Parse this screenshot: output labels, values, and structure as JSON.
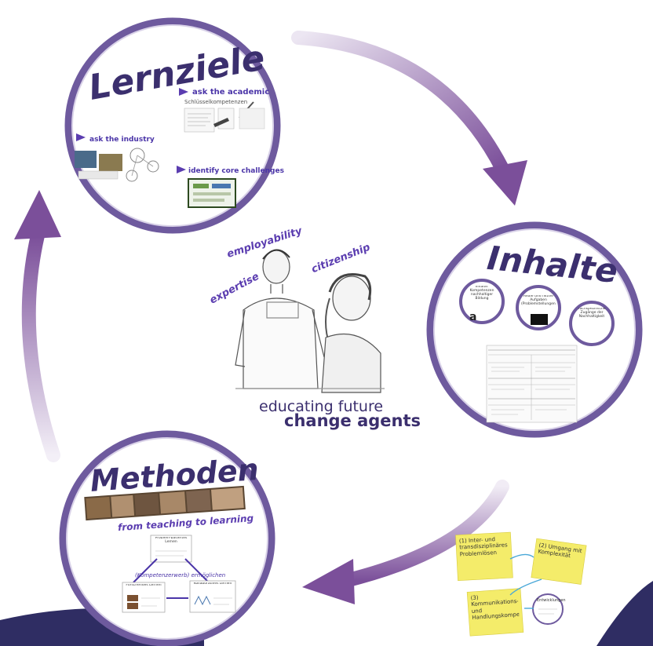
{
  "diagram": {
    "colors": {
      "ring": "#6e5a9e",
      "arrow": "#7b4f9a",
      "title": "#3b2f6e",
      "accent": "#5b3db0",
      "note": "#f4ec6a",
      "bottom_band": "#2f2d63"
    },
    "center": {
      "words": [
        "employability",
        "expertise",
        "citizenship"
      ],
      "slogan_line1": "educating future",
      "slogan_line2": "change agents"
    },
    "lernziele": {
      "title": "Lernziele",
      "ask_academic": "ask the academic",
      "academic_sub": "Schlüsselkompetenzen",
      "ask_industry": "ask the industry",
      "core_challenges": "identify core challenges"
    },
    "inhalte": {
      "title": "Inhalte",
      "bubble_1": "Inhalte: Kompetenzen nachhaltiger Bildung",
      "bubble_2": "Reale und fiktive Aufgaben (Problemstellungen)",
      "bubble_3": "Fachspezifische Zugänge der Nachhaltigkeit"
    },
    "methoden": {
      "title": "Methoden",
      "subtitle": "from teaching to learning",
      "center_caption": "(Kompetenzerwerb) ermöglichen",
      "box_top": "Problem-basiertes Lernen",
      "box_left": "Forschendes Lernen",
      "box_right": "Kollaboratives Lernen"
    },
    "notes": {
      "n1": "(1) Inter- und transdisziplinäres Problemlösen",
      "n2": "(2) Umgang mit Komplexität",
      "n3": "(3) Kommunikations- und Handlungskompetenz",
      "n4": "Entwicklungen"
    }
  }
}
